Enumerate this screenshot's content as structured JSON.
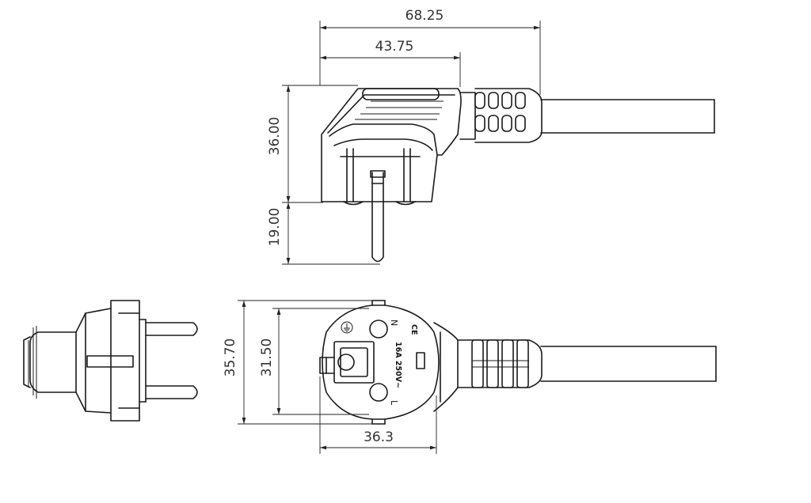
{
  "dimensions": {
    "overall_length": "68.25",
    "body_length": "43.75",
    "body_height": "36.00",
    "pin_length": "19.00",
    "face_outer_width": "35.70",
    "face_inner_width": "31.50",
    "face_depth": "36.3"
  },
  "face_markings": {
    "rating": "16A  250V~",
    "neutral": "N",
    "live": "L",
    "ce_mark": "CE"
  }
}
